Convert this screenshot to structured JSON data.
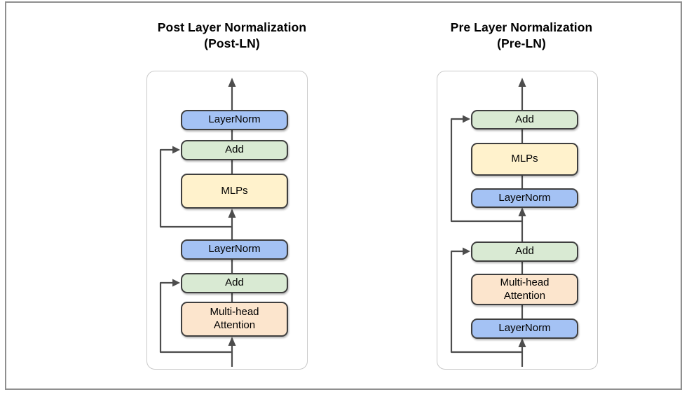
{
  "figure": {
    "panels": {
      "post_ln": {
        "title": "Post Layer Normalization",
        "subtitle": "(Post-LN)",
        "nodes": [
          {
            "label": "LayerNorm",
            "type": "layernorm"
          },
          {
            "label": "Add",
            "type": "add"
          },
          {
            "label": "MLPs",
            "type": "mlp"
          },
          {
            "label": "LayerNorm",
            "type": "layernorm"
          },
          {
            "label": "Add",
            "type": "add"
          },
          {
            "label": "Multi-head Attention",
            "type": "attention"
          }
        ]
      },
      "pre_ln": {
        "title": "Pre Layer Normalization",
        "subtitle": "(Pre-LN)",
        "nodes": [
          {
            "label": "Add",
            "type": "add"
          },
          {
            "label": "MLPs",
            "type": "mlp"
          },
          {
            "label": "LayerNorm",
            "type": "layernorm"
          },
          {
            "label": "Add",
            "type": "add"
          },
          {
            "label": "Multi-head Attention",
            "type": "attention"
          },
          {
            "label": "LayerNorm",
            "type": "layernorm"
          }
        ]
      }
    },
    "colors": {
      "layernorm_fill": "#a4c2f4",
      "add_fill": "#d9ead3",
      "mlp_fill": "#fff2cc",
      "attention_fill": "#fce5cd",
      "node_border": "#3f3f3f",
      "arrow": "#4d4d4d",
      "panel_border": "#c9c9c9",
      "frame_border": "#8f8f8f",
      "background": "#ffffff"
    }
  }
}
